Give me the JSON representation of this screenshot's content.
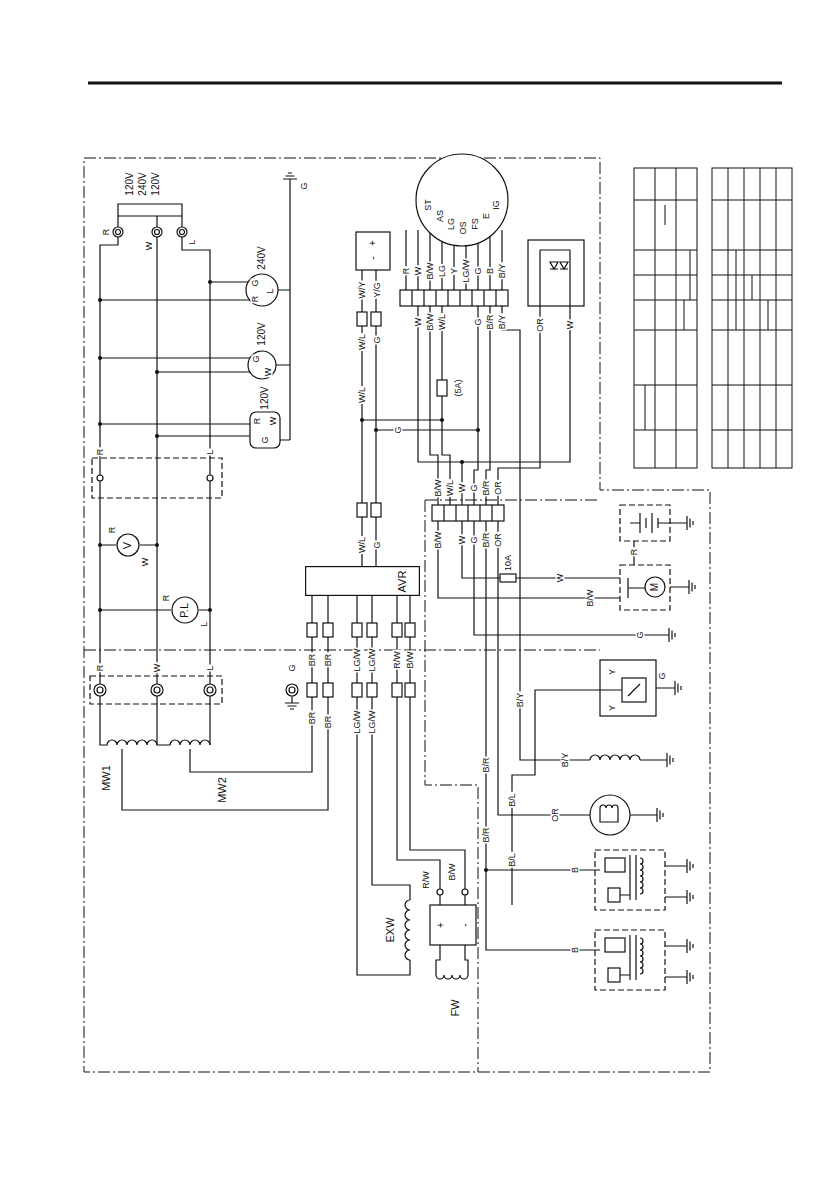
{
  "diagram": {
    "nodes": [
      {
        "text": [
          "V"
        ]
      },
      {
        "text": [
          "P.L"
        ]
      },
      {
        "text": [
          "AVR"
        ]
      }
    ],
    "labels": [
      "120V",
      "240V",
      "120V",
      "R",
      "W",
      "L",
      "G",
      "240V",
      "G",
      "L",
      "R",
      "120V",
      "G",
      "W",
      "120V",
      "R",
      "W",
      "G",
      "R",
      "L",
      "R",
      "W",
      "R",
      "L",
      "R",
      "W",
      "L",
      "G",
      "MW1",
      "MW2",
      "BR",
      "BR",
      "LG/W",
      "LG/W",
      "R/W",
      "B/W",
      "BR",
      "BR",
      "LG/W",
      "LG/W",
      "EXW",
      "R/W",
      "B/W",
      "+",
      "-",
      "FW",
      "+",
      "-",
      "W/Y",
      "Y/G",
      "W/L",
      "G",
      "W/L",
      "W/L",
      "G",
      "ST",
      "AS",
      "LG",
      "OS",
      "FS",
      "E",
      "IG",
      "R",
      "W",
      "B/W",
      "LG",
      "Y",
      "LG/W",
      "G",
      "B",
      "B/Y",
      "W",
      "B/W",
      "W/L",
      "G",
      "B/R",
      "B/Y",
      "(5A)",
      "OR",
      "W",
      "B/W",
      "W/L",
      "W",
      "G",
      "B/R",
      "OR",
      "B/W",
      "W",
      "G",
      "B/R",
      "OR",
      "G",
      "10A",
      "W",
      "R",
      "B/W",
      "G",
      "Y",
      "Y",
      "G",
      "B/Y",
      "B/Y",
      "OR",
      "B/R",
      "B/L",
      "B/R",
      "B/L",
      "B",
      "B",
      "M"
    ]
  }
}
